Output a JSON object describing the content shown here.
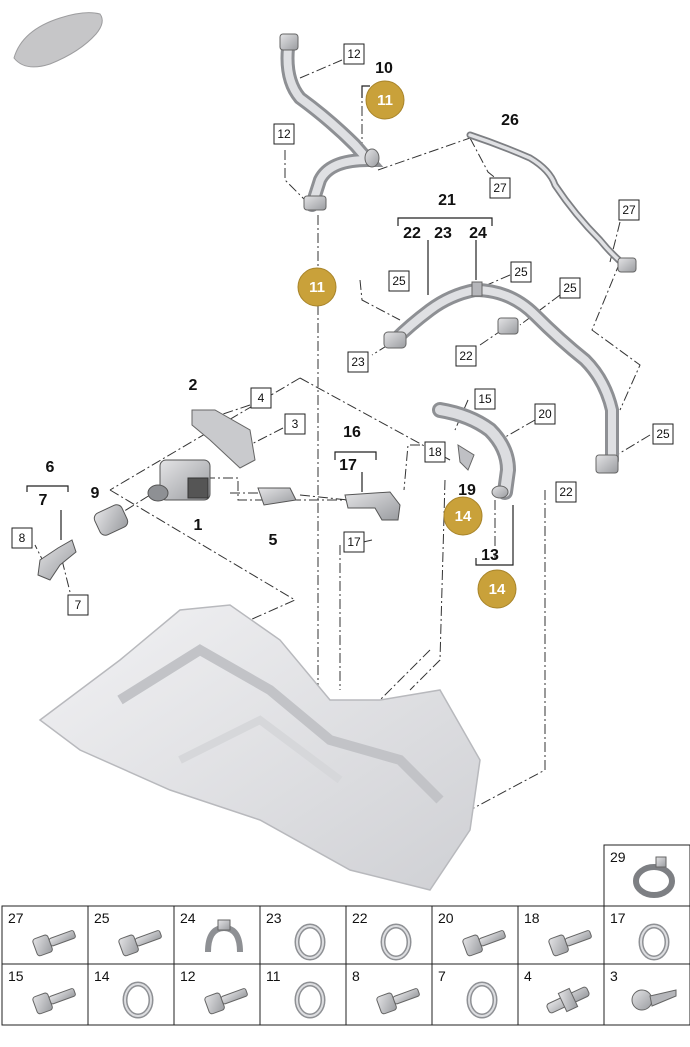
{
  "callout_boxes": [
    "12",
    "12",
    "27",
    "27",
    "25",
    "25",
    "25",
    "23",
    "22",
    "4",
    "3",
    "15",
    "20",
    "18",
    "17",
    "8",
    "7",
    "25",
    "22"
  ],
  "bold_labels": [
    "10",
    "26",
    "21",
    "22",
    "23",
    "24",
    "2",
    "16",
    "17",
    "6",
    "7",
    "9",
    "1",
    "5",
    "19",
    "13"
  ],
  "highlight_circles": [
    "11",
    "11",
    "14",
    "14"
  ],
  "highlight_color": "#c9a13a",
  "parts_grid": {
    "top_cell": "29",
    "row1": [
      "27",
      "25",
      "24",
      "23",
      "22",
      "20",
      "18",
      "17"
    ],
    "row2": [
      "15",
      "14",
      "12",
      "11",
      "8",
      "7",
      "4",
      "3"
    ]
  }
}
